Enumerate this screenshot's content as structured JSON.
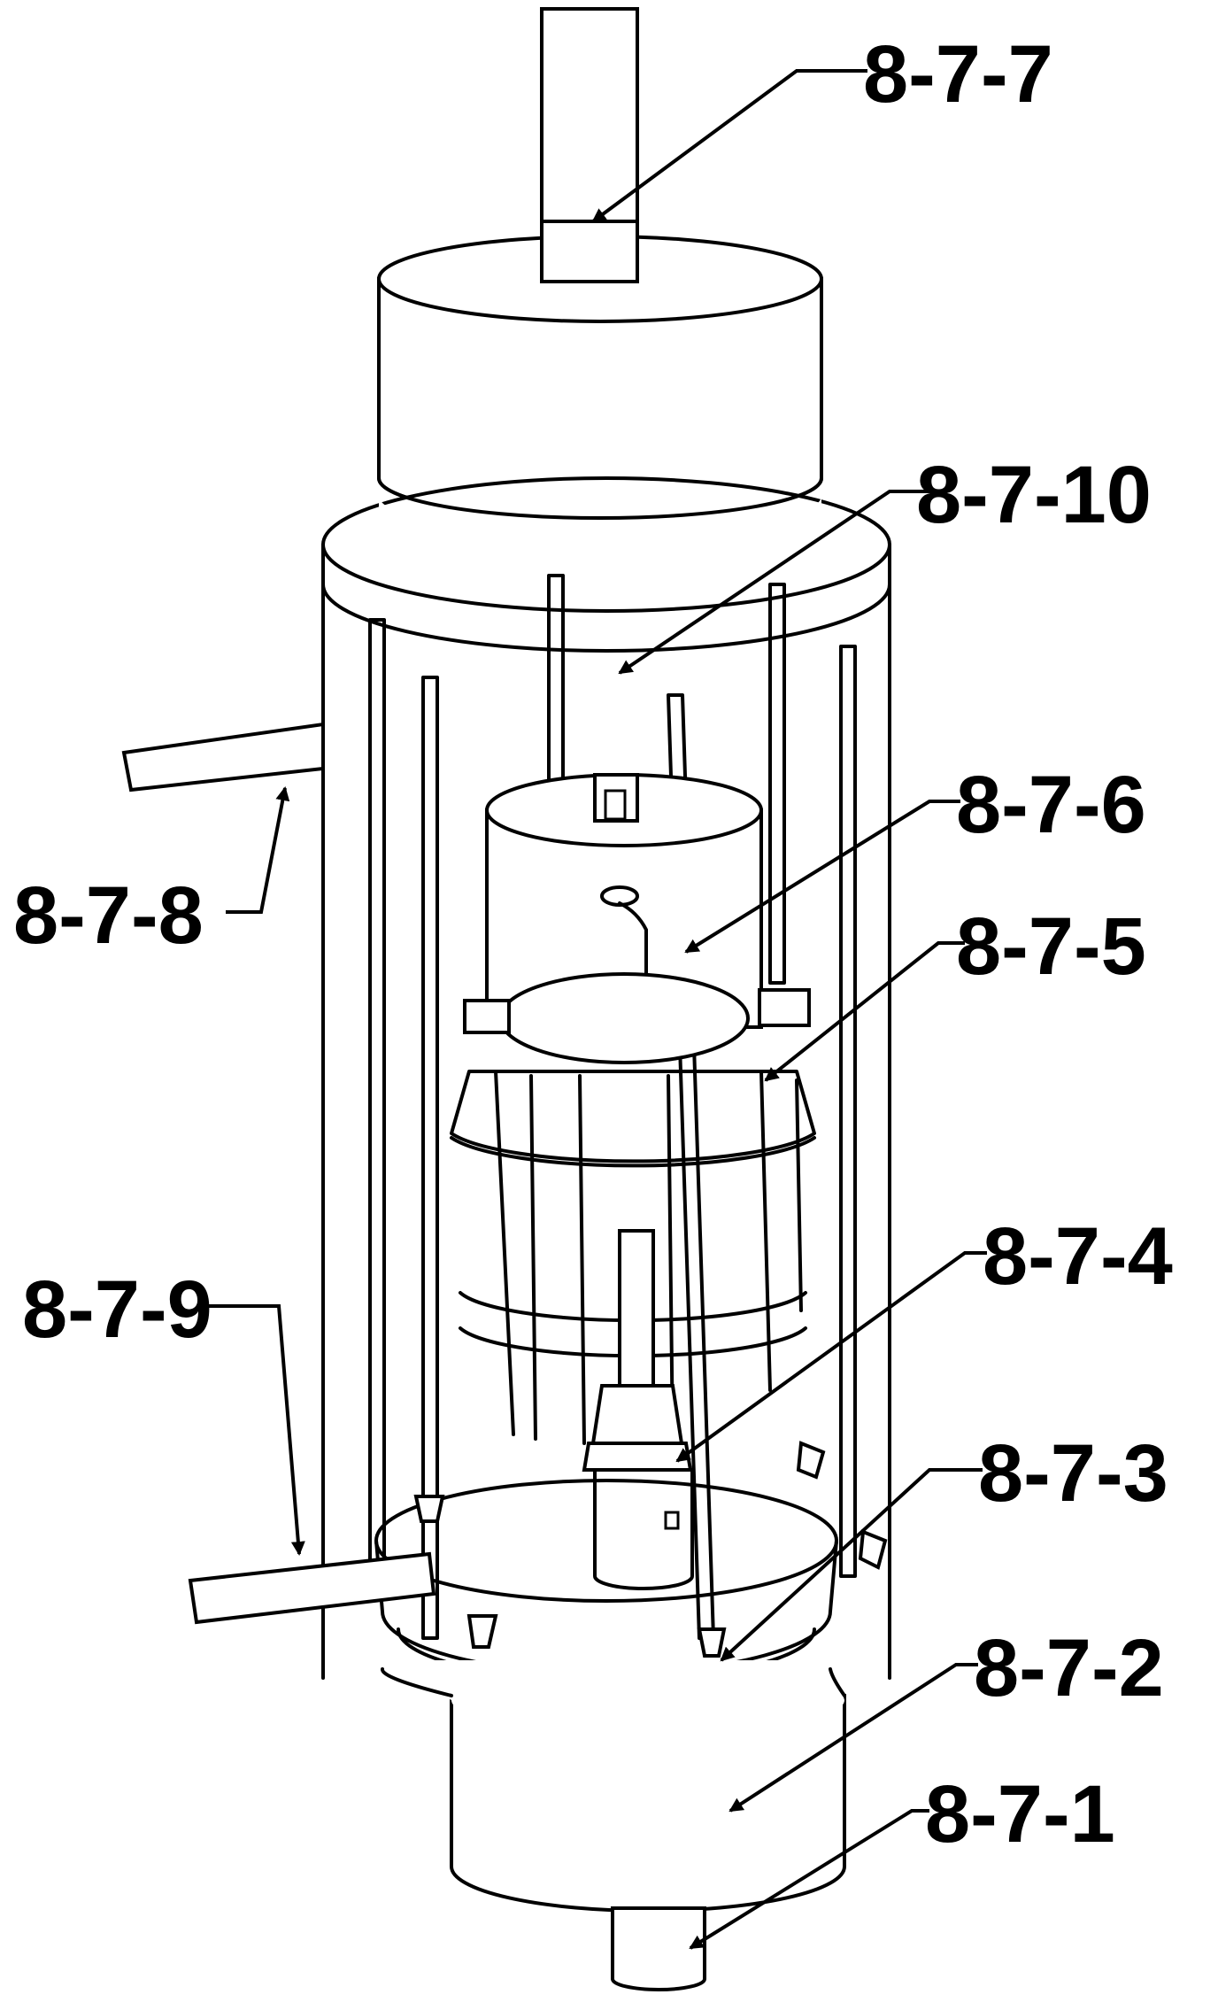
{
  "labels": {
    "l1": "8-7-1",
    "l2": "8-7-2",
    "l3": "8-7-3",
    "l4": "8-7-4",
    "l5": "8-7-5",
    "l6": "8-7-6",
    "l7": "8-7-7",
    "l8": "8-7-8",
    "l9": "8-7-9",
    "l10": "8-7-10"
  }
}
